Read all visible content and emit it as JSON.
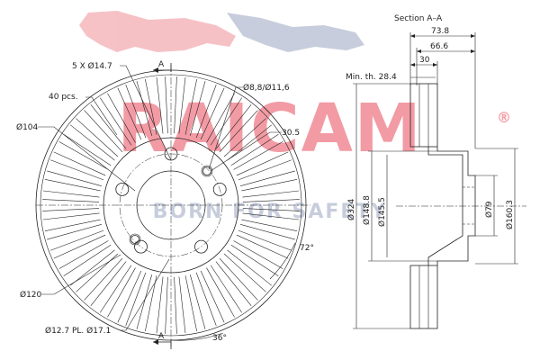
{
  "title": "Section A–A",
  "brand": {
    "name": "RAICAM",
    "registered": "®",
    "slogan": "BORN FOR SAFETY",
    "red": "#e84a5a",
    "blue": "#1e3a8a"
  },
  "front_view": {
    "section_mark_top": "A",
    "section_mark_bottom": "A",
    "labels": {
      "holes": "5 X Ø14.7",
      "vanes": "40 pcs.",
      "d104": "Ø104",
      "d8": "Ø8,8/Ø11,6",
      "r30": "30.5",
      "angle72": "72°",
      "d120": "Ø120",
      "d12": "Ø12.7 PL. Ø17.1",
      "angle36": "36°"
    }
  },
  "section_view": {
    "labels": {
      "w73": "73.8",
      "w66": "66.6",
      "w30": "30",
      "min_th": "Min. th. 28.4",
      "d324": "Ø324",
      "d148": "Ø148.8",
      "d145": "Ø145.5",
      "d79": "Ø79",
      "d160": "Ø160.3"
    }
  }
}
